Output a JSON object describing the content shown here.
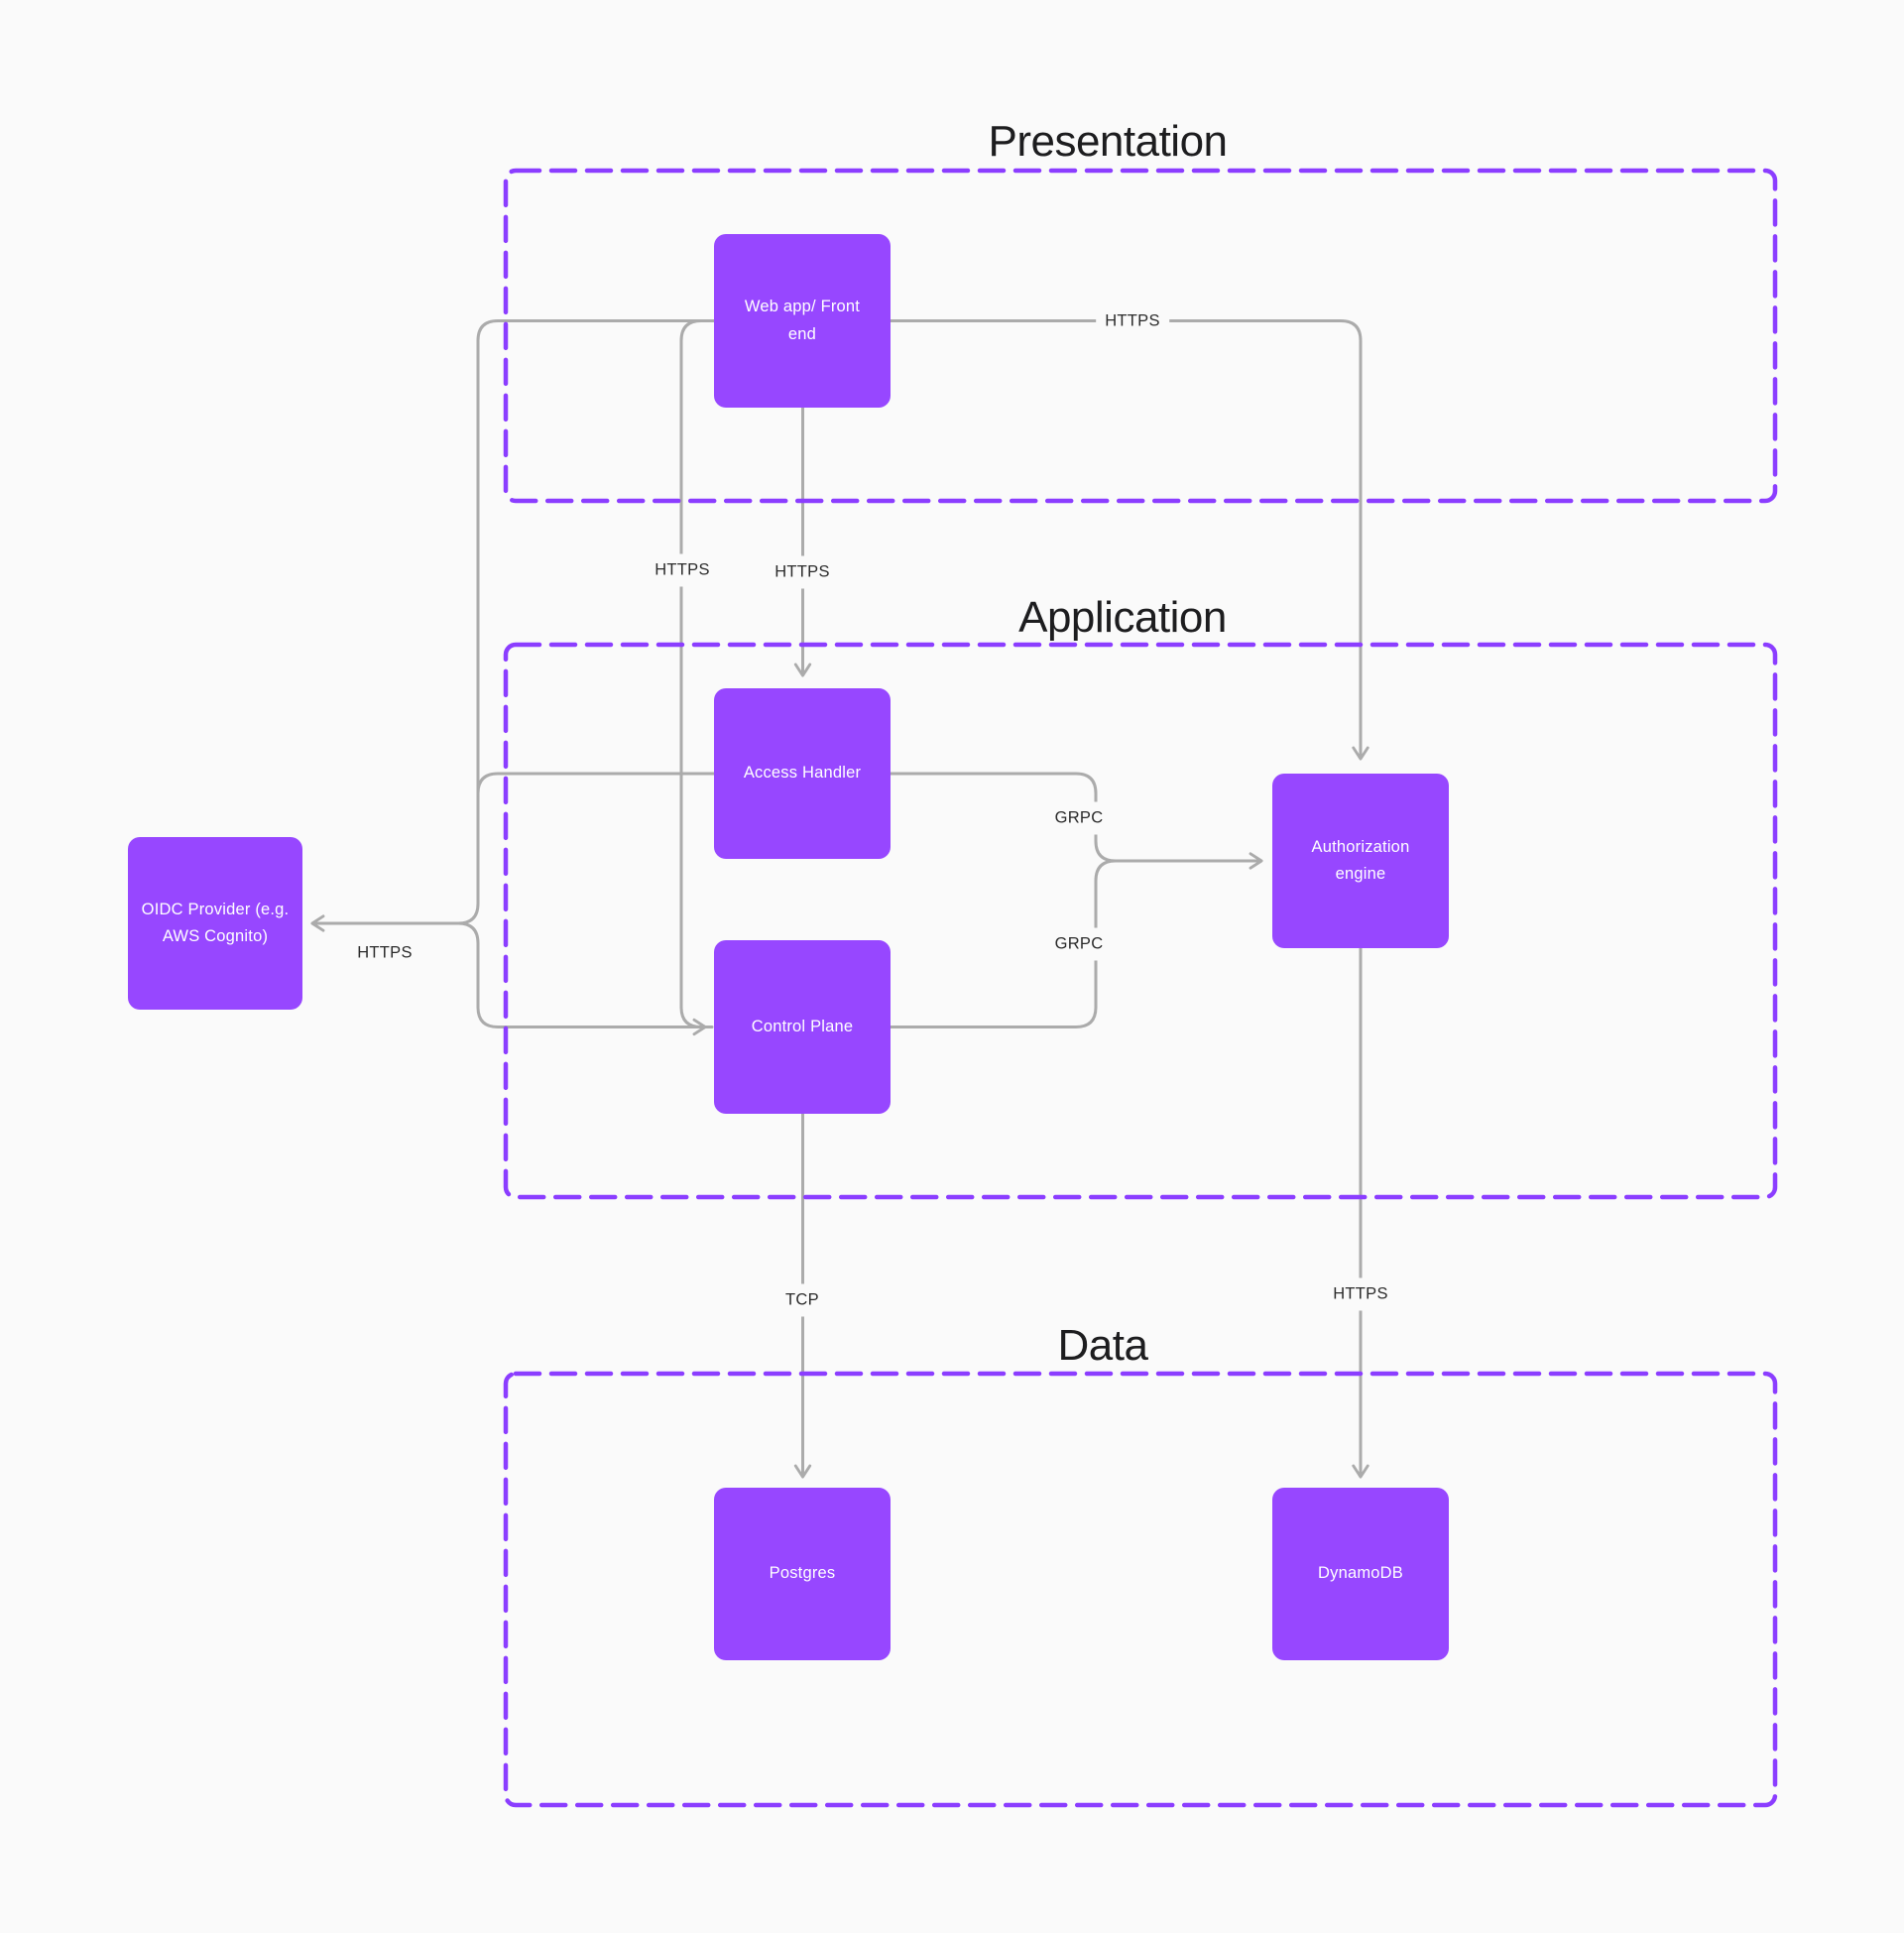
{
  "zones": {
    "presentation": {
      "title": "Presentation"
    },
    "application": {
      "title": "Application"
    },
    "data": {
      "title": "Data"
    }
  },
  "nodes": {
    "web_app": {
      "label": "Web app/ Front end"
    },
    "access_handler": {
      "label": "Access Handler"
    },
    "control_plane": {
      "label": "Control Plane"
    },
    "authorization_engine": {
      "label": "Authorization engine"
    },
    "oidc_provider": {
      "label": "OIDC Provider (e.g. AWS Cognito)"
    },
    "postgres": {
      "label": "Postgres"
    },
    "dynamodb": {
      "label": "DynamoDB"
    }
  },
  "edge_labels": {
    "webapp_to_auth": "HTTPS",
    "webapp_to_access_handler": "HTTPS",
    "webapp_to_control_plane": "HTTPS",
    "to_oidc": "HTTPS",
    "access_handler_to_auth": "GRPC",
    "control_plane_to_auth": "GRPC",
    "control_plane_to_postgres": "TCP",
    "auth_to_dynamodb": "HTTPS"
  },
  "colors": {
    "node_fill": "#9747FF",
    "zone_border": "#8B3DFF",
    "connector": "#ABABAB",
    "title_text": "#1D1D1F",
    "label_text": "#2B2B2B",
    "background": "#FAFAFA"
  }
}
